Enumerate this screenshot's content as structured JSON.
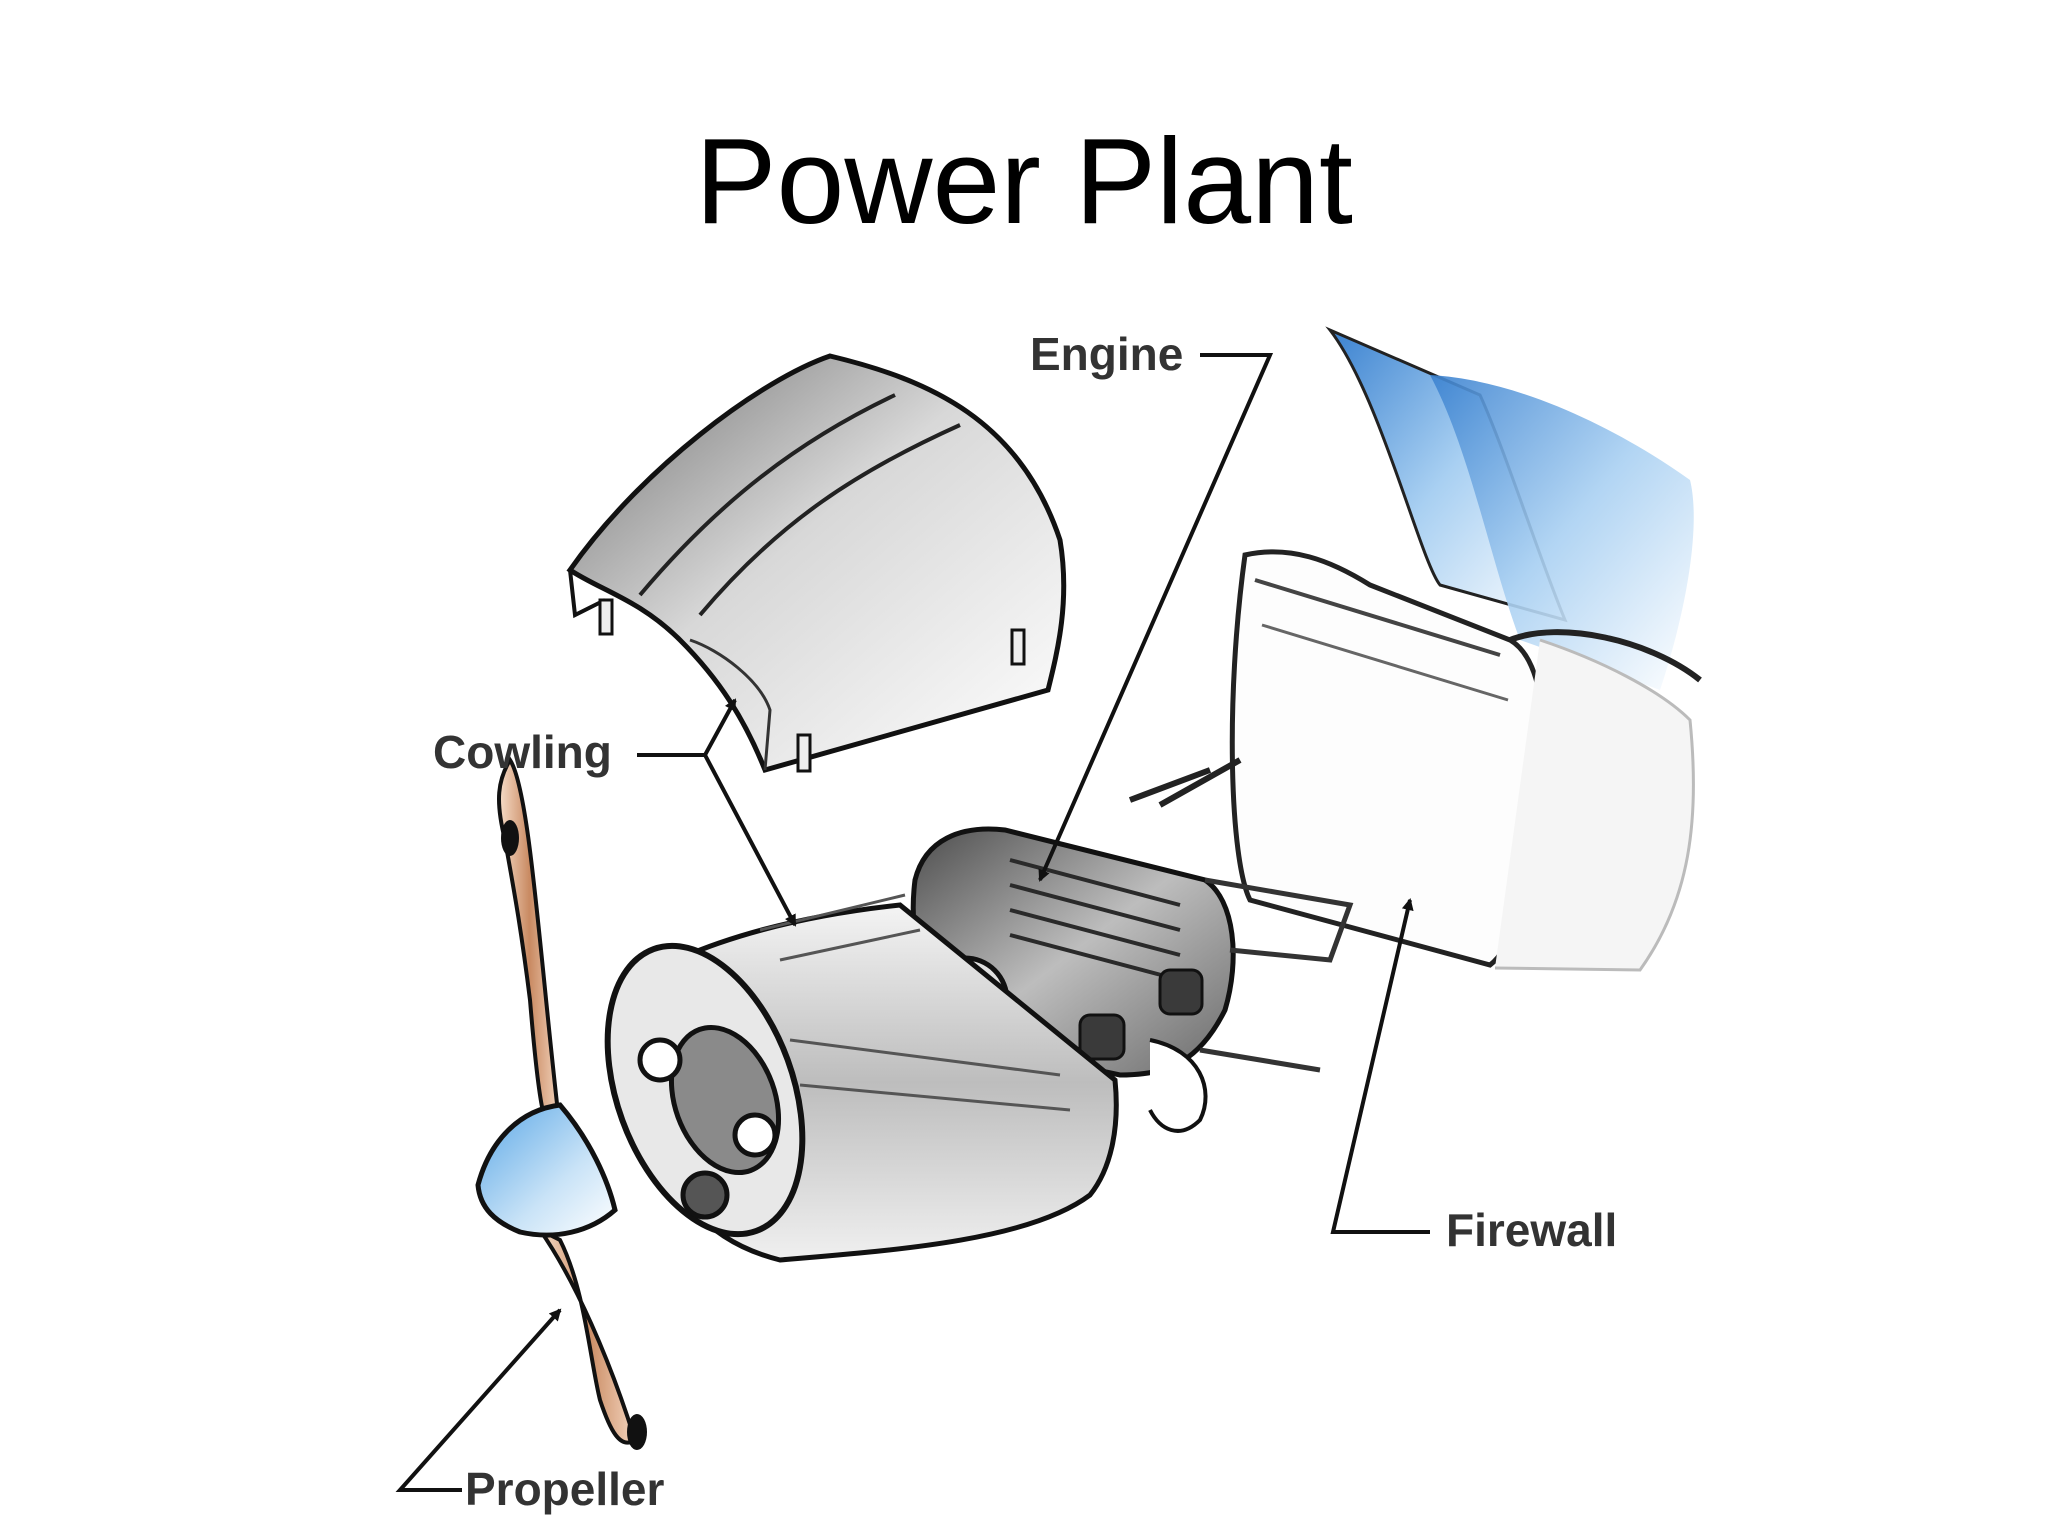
{
  "title": "Power Plant",
  "labels": {
    "engine": "Engine",
    "cowling": "Cowling",
    "firewall": "Firewall",
    "propeller": "Propeller"
  },
  "colors": {
    "label_text": "#333333",
    "leader_line": "#111111",
    "metal_light": "#f2f2f2",
    "metal_dark": "#7a7a7a",
    "fuselage_blue": "#4a90d9",
    "spinner_blue": "#8fc3f0",
    "propeller_wood": "#d9a07a"
  }
}
